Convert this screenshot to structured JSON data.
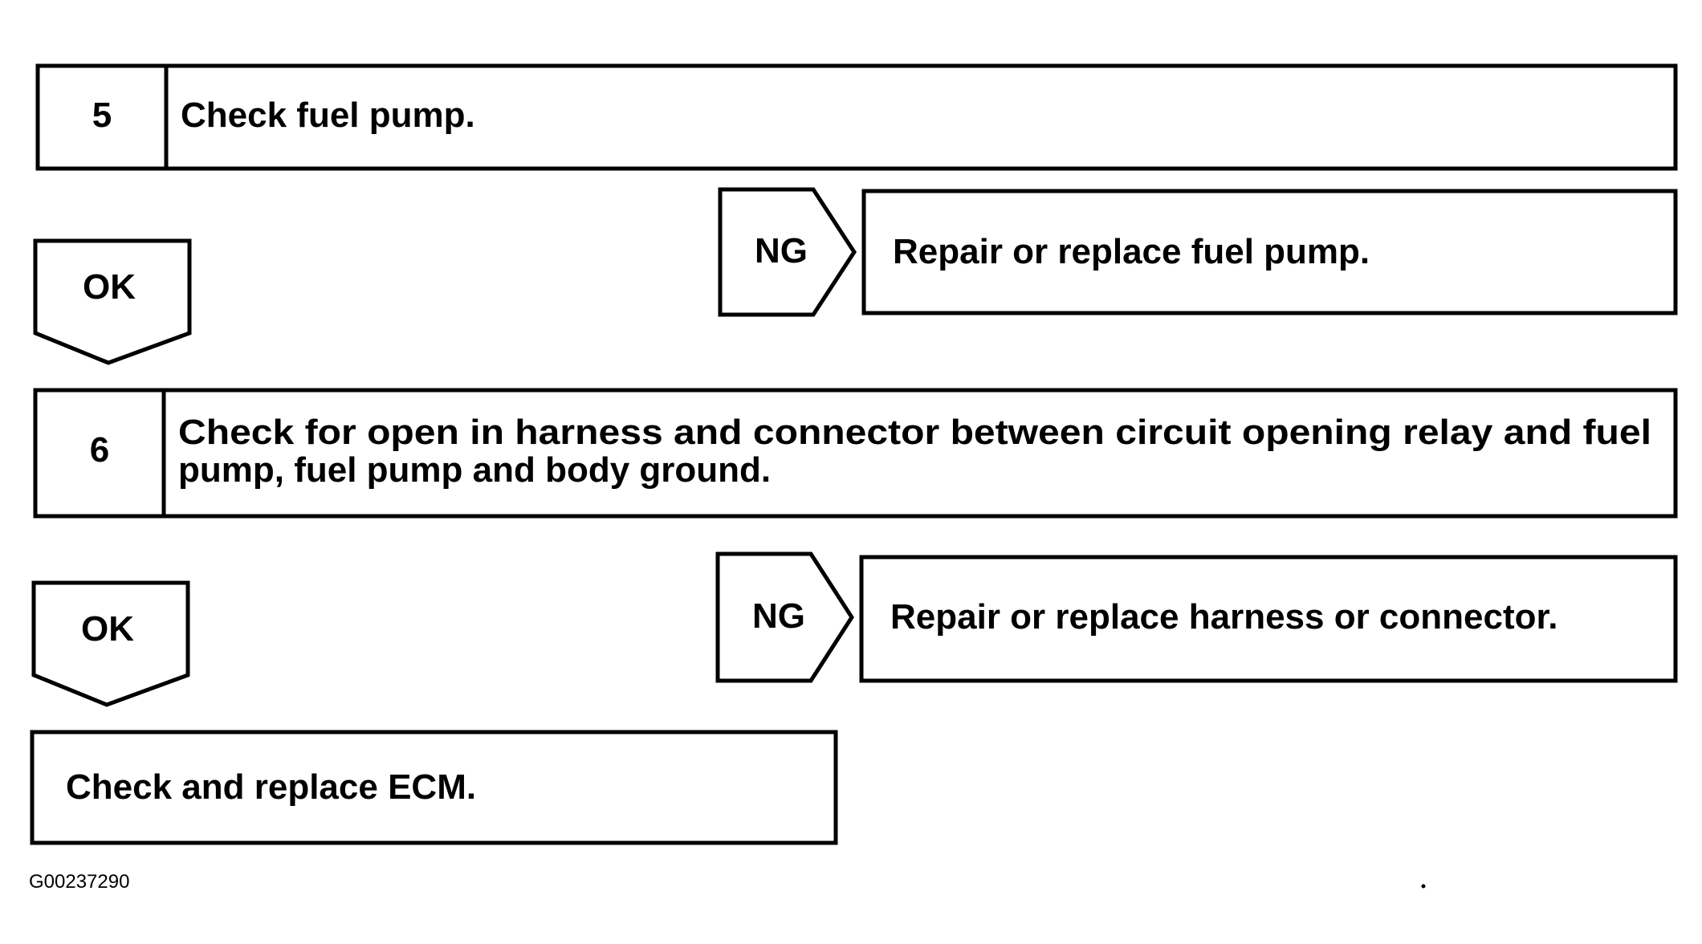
{
  "steps": [
    {
      "number": "5",
      "text": "Check fuel pump."
    },
    {
      "number": "6",
      "line1": "Check for open in harness and connector between circuit opening relay and fuel",
      "line2": "pump, fuel pump and body ground."
    }
  ],
  "ok_label": "OK",
  "ng_label": "NG",
  "ng_actions": [
    "Repair or replace fuel pump.",
    "Repair or replace harness or connector."
  ],
  "final_action": "Check and replace ECM.",
  "figure_id": "G00237290"
}
